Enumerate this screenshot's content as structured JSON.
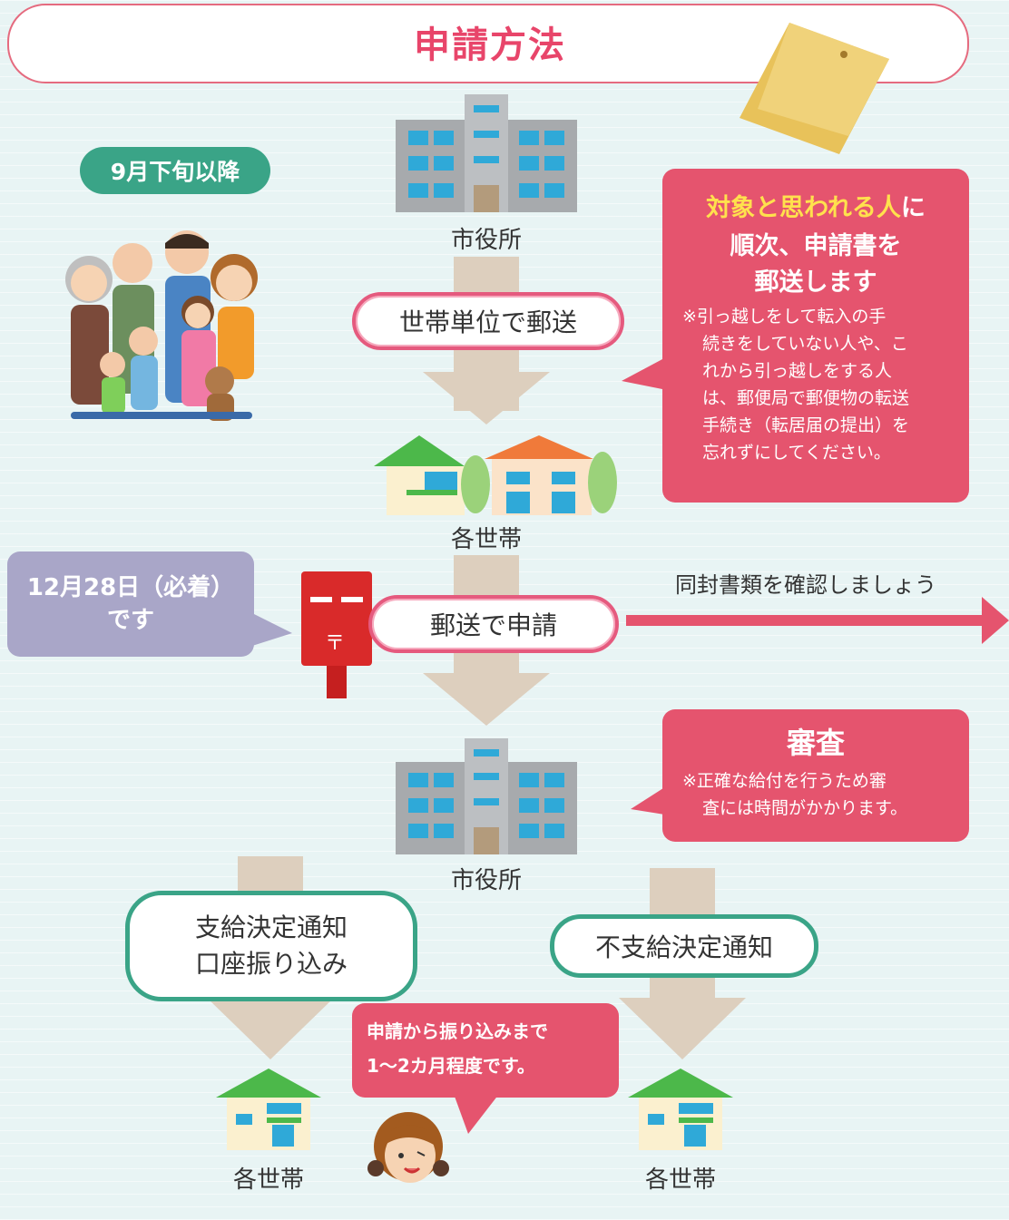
{
  "title": "申請方法",
  "date_badge": "9月下旬以降",
  "labels": {
    "city_hall_top": "市役所",
    "households_mid": "各世帯",
    "city_hall_bottom": "市役所",
    "household_left": "各世帯",
    "household_right": "各世帯"
  },
  "flow": {
    "mail_by_household": "世帯単位で郵送",
    "apply_by_mail": "郵送で申請",
    "check_documents": "同封書類を確認しましょう",
    "approval_line1": "支給決定通知",
    "approval_line2": "口座振り込み",
    "rejection": "不支給決定通知"
  },
  "notice_mailing": {
    "highlight": "対象と思われる人",
    "heading_suffix": "に",
    "line2": "順次、申請書を",
    "line3": "郵送します",
    "note_l1": "※引っ越しをして転入の手",
    "note_l2": "続きをしていない人や、こ",
    "note_l3": "れから引っ越しをする人",
    "note_l4": "は、郵便局で郵便物の転送",
    "note_l5": "手続き（転居届の提出）を",
    "note_l6": "忘れずにしてください。"
  },
  "deadline": {
    "line1": "12月28日（必着）",
    "line2": "です"
  },
  "review": {
    "heading": "審査",
    "note_l1": "※正確な給付を行うため審",
    "note_l2": "査には時間がかかります。"
  },
  "speech": {
    "line1": "申請から振り込みまで",
    "line2": "1〜2カ月程度です。"
  },
  "colors": {
    "accent_pink": "#e5546e",
    "accent_green": "#3aa487",
    "deadline_purple": "#a9a6c8",
    "arrow_beige": "#ddcfbe",
    "highlight_yellow": "#ffe14d"
  }
}
